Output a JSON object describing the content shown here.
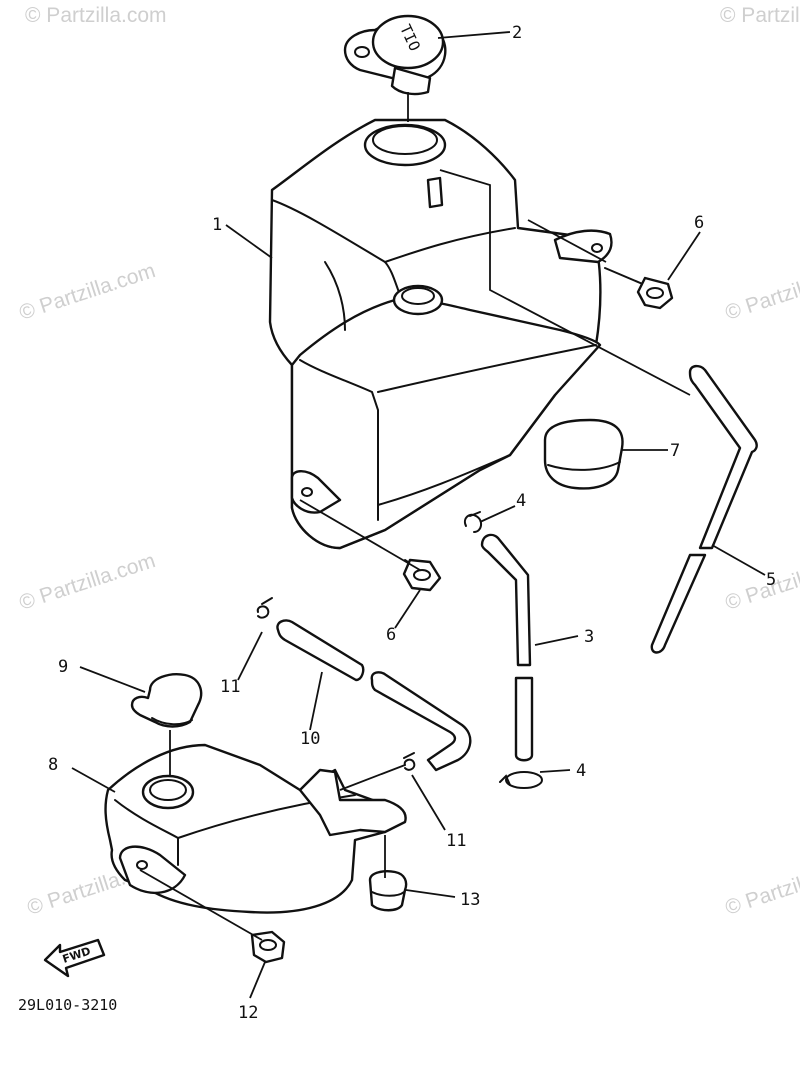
{
  "diagram": {
    "code": "29L010-3210",
    "fwd_label": "FWD",
    "cap_marking": "TIO",
    "watermark": "© Partzilla.com",
    "callouts": [
      "1",
      "2",
      "3",
      "4",
      "4",
      "5",
      "6",
      "6",
      "7",
      "8",
      "9",
      "10",
      "11",
      "11",
      "12",
      "13"
    ]
  }
}
